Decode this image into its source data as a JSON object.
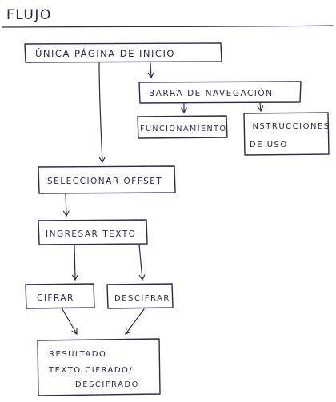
{
  "title": "FLUJO",
  "nodes": {
    "inicio": "ÚNICA PÁGINA DE INICIO",
    "barra": "BARRA DE NAVEGACIÓN",
    "funcionamiento": "FUNCIONAMIENTO",
    "instrucciones_1": "INSTRUCCIONES",
    "instrucciones_2": "DE USO",
    "offset": "SELECCIONAR OFFSET",
    "ingresar": "INGRESAR TEXTO",
    "cifrar": "CIFRAR",
    "descifrar": "DESCIFRAR",
    "resultado_1": "RESULTADO",
    "resultado_2": "TEXTO CIFRADO/",
    "resultado_3": "DESCIFRADO"
  },
  "colors": {
    "ink": "#2d2a4a",
    "paper": "#ffffff"
  }
}
